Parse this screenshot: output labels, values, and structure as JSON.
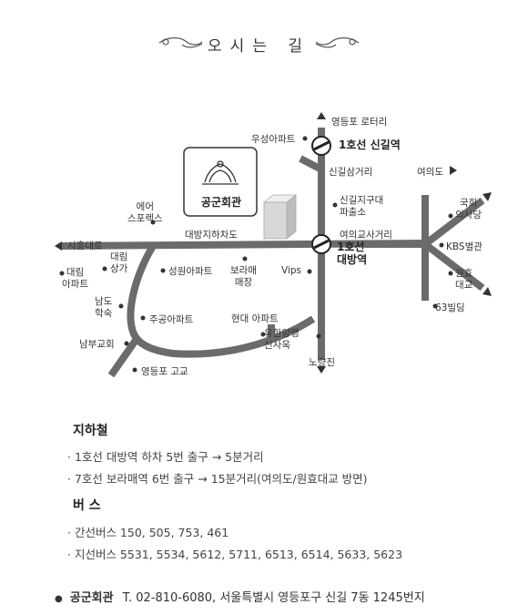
{
  "title": "오시는 길",
  "map": {
    "venue": "공군회관",
    "landmarks": {
      "yeongdeungpo_rotary": "영등포 로터리",
      "woosung_apt": "우성아파트",
      "singil_3way": "신길삼거리",
      "yeouido": "여의도",
      "aire_sports": "에어\n스포렉스",
      "singil_police": "신길지구대\n파출소",
      "national_assembly": "국회\n의사당",
      "siheung_road": "시흥대로",
      "daebang_underpass": "대방지하차도",
      "yeouigyo_4way": "여의교사거리",
      "kbs": "KBS별관",
      "daerim_mall": "대림\n상가",
      "seongwon_apt": "성원아파트",
      "borame_shop": "보라매\n매장",
      "vips": "Vips",
      "wonhyo_bridge": "원효\n대교",
      "daerim_apt": "대림\n아파트",
      "building_63": "63빌딩",
      "namdo_school": "남도\n학숙",
      "jugong_apt": "주공아파트",
      "hyundai_apt": "현대 아파트",
      "yuhan_yanghaeng": "유한양행\n신사옥",
      "nambu_church": "남부교회",
      "noryangjin": "노량진",
      "yeongdeungpo_hs": "영등포 고교"
    },
    "stations": {
      "singil": "1호선 신길역",
      "daebang": "1호선\n대방역"
    }
  },
  "subway": {
    "heading": "지하철",
    "lines": [
      "· 1호선 대방역 하차 5번 출구 → 5분거리",
      "· 7호선 보라매역 6번 출구 → 15분거리(여의도/원효대교 방면)"
    ]
  },
  "bus": {
    "heading": "버  스",
    "lines": [
      "· 간선버스 150, 505, 753, 461",
      "· 지선버스 5531, 5534, 5612, 5711, 6513, 6514, 5633, 5623"
    ]
  },
  "footer": {
    "name": "공군회관",
    "contact": "T. 02-810-6080, 서울특별시 영등포구 신길 7동 1245번지"
  },
  "colors": {
    "road": "#6b6b6b",
    "ink": "#333333",
    "building": "#d8d8d8"
  },
  "icons": [
    "flourish-left-icon",
    "flourish-right-icon",
    "subway-icon",
    "bus-icon",
    "emblem-icon"
  ]
}
